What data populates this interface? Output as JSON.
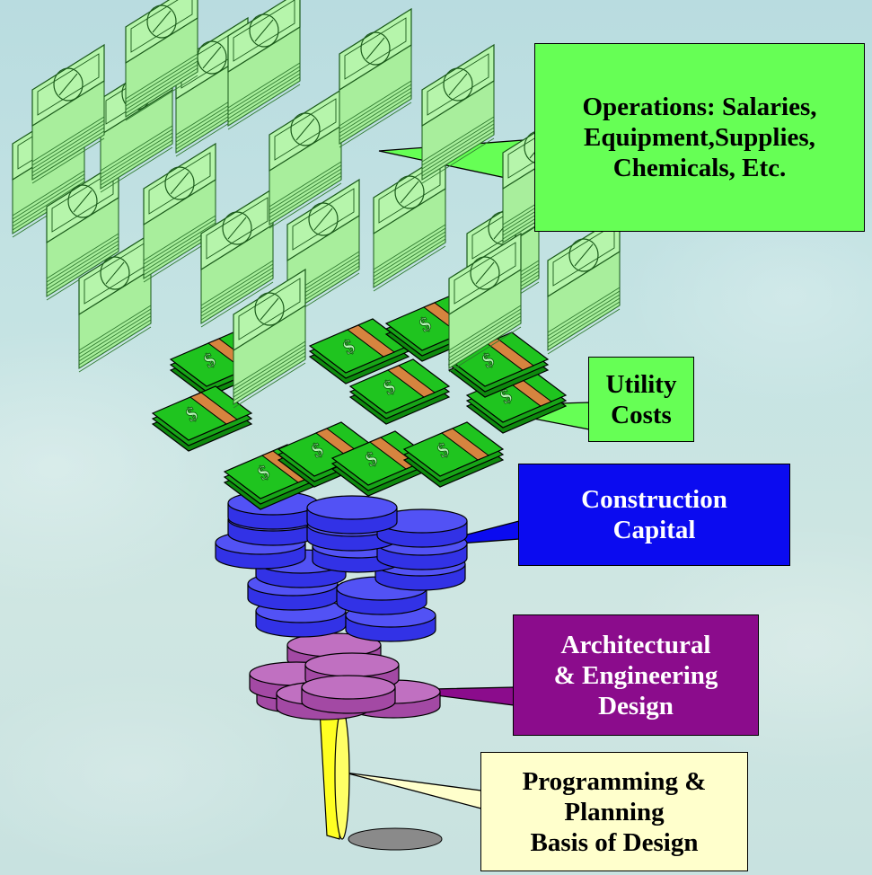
{
  "labels": {
    "operations": "Operations:  Salaries,\nEquipment,Supplies,\nChemicals,  Etc.",
    "utility": "Utility\nCosts",
    "construction": "Construction\nCapital",
    "architectural": "Architectural\n& Engineering\nDesign",
    "programming": "Programming &\nPlanning\nBasis of Design"
  },
  "icons": {
    "paper_stack": "stack-of-dollar-bills",
    "banded_bills": "banded-dollar-bundle",
    "coin_stack": "stack-of-coins",
    "single_coin": "single-gold-coin"
  },
  "colors": {
    "operations": "#66ff55",
    "utility": "#66ff55",
    "construction": "#0b0bf0",
    "architectural": "#8b0c8c",
    "programming": "#ffffcc",
    "bill_green": "#a6ec9a",
    "bundle_green": "#1fc41f",
    "band_orange": "#d6843f",
    "coin_blue": "#3b3bef",
    "coin_purple": "#b75fb8",
    "coin_yellow": "#ffff22",
    "shadow": "#8a8a8a"
  },
  "shown": {
    "bill_symbol": "$"
  }
}
